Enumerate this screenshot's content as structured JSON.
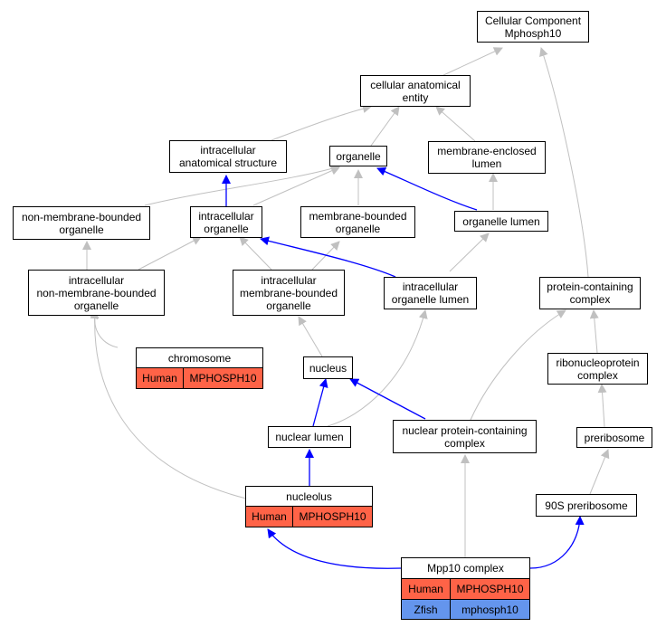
{
  "nodes": {
    "cellular_component": "Cellular Component\nMphosph10",
    "cellular_anatomical_entity": "cellular anatomical\nentity",
    "intracellular_anatomical_structure": "intracellular\nanatomical structure",
    "organelle": "organelle",
    "membrane_enclosed_lumen": "membrane-enclosed\nlumen",
    "non_membrane_bounded_organelle": "non-membrane-bounded\norganelle",
    "intracellular_organelle": "intracellular\norganelle",
    "membrane_bounded_organelle": "membrane-bounded\norganelle",
    "organelle_lumen": "organelle lumen",
    "intracellular_non_membrane_bounded_organelle": "intracellular\nnon-membrane-bounded\norganelle",
    "intracellular_membrane_bounded_organelle": "intracellular\nmembrane-bounded\norganelle",
    "intracellular_organelle_lumen": "intracellular\norganelle lumen",
    "protein_containing_complex": "protein-containing\ncomplex",
    "ribonucleoprotein_complex": "ribonucleoprotein\ncomplex",
    "nucleus": "nucleus",
    "nuclear_lumen": "nuclear lumen",
    "nuclear_protein_containing_complex": "nuclear protein-containing\ncomplex",
    "preribosome": "preribosome",
    "preribosome_90s": "90S preribosome"
  },
  "annotated": {
    "chromosome": {
      "title": "chromosome",
      "rows": [
        {
          "species": "Human",
          "gene": "MPHOSPH10",
          "color": "#ff6347"
        }
      ]
    },
    "nucleolus": {
      "title": "nucleolus",
      "rows": [
        {
          "species": "Human",
          "gene": "MPHOSPH10",
          "color": "#ff6347"
        }
      ]
    },
    "mpp10_complex": {
      "title": "Mpp10 complex",
      "rows": [
        {
          "species": "Human",
          "gene": "MPHOSPH10",
          "color": "#ff6347"
        },
        {
          "species": "Zfish",
          "gene": "mphosph10",
          "color": "#6495ed"
        }
      ]
    }
  },
  "colors": {
    "is_a_edge": "#c0c0c0",
    "part_of_edge": "#0000ff"
  }
}
